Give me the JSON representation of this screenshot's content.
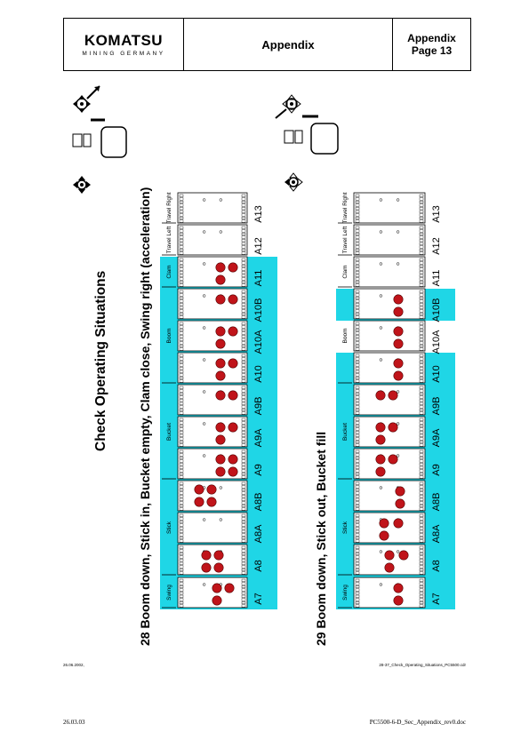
{
  "header": {
    "logo_main": "KOMATSU",
    "logo_sub": "MINING GERMANY",
    "title": "Appendix",
    "right_line1": "Appendix",
    "right_line2": "Page 13"
  },
  "diagram": {
    "main_title": "Check Operating Situations",
    "situation1": "28 Boom down, Stick in, Bucket empty, Clam close, Swing right (acceleration)",
    "situation2": "29 Boom down, Stick out, Bucket fill",
    "groups": [
      "Swing",
      "Stick",
      "Bucket",
      "Boom",
      "Clam",
      "Travel Left",
      "Travel Right"
    ],
    "groups2": [
      "Swing",
      "Stick",
      "Bucket",
      "Boom",
      "Clam",
      "Travel Left",
      "Travel Right"
    ],
    "codes": [
      "A7",
      "A8",
      "A8A",
      "A8B",
      "A9",
      "A9A",
      "A9B",
      "A10",
      "A10A",
      "A10B",
      "A11",
      "A12",
      "A13"
    ],
    "codes2": [
      "A7",
      "A8",
      "A8A",
      "A8B",
      "A9",
      "A9A",
      "A9B",
      "A10",
      "A10A",
      "A10B",
      "A11",
      "A12",
      "A13"
    ],
    "inner_date": "26.06.2002,",
    "inner_file": "28-37_Check_Operating_Situations_PC5500.cdr",
    "highlight_color": "#1fd6e6",
    "led_color": "#c0141a"
  },
  "footer": {
    "date": "26.03.03",
    "file": "PC5500-6-D_Sec_Appendix_rev0.doc"
  }
}
